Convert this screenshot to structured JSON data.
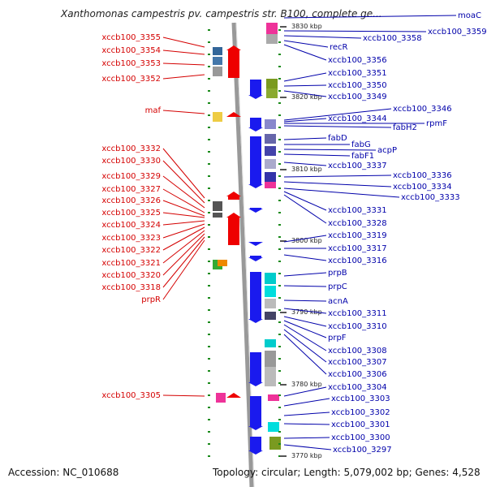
{
  "map_title": "Xanthomonas campestris pv. campestris str. B100, complete ge...",
  "accession": "Accession: NC_010688",
  "topology": "Topology: circular; Length: 5,079,002 bp; Genes: 4,528",
  "colors": {
    "left_label": "#d40000",
    "right_label": "#0000aa",
    "backbone": "#999999",
    "gene_blue": "#1a1aee",
    "gene_red": "#ee0000",
    "tick": "#1a8a1a"
  },
  "left_labels": [
    "xccb100_3355",
    "xccb100_3354",
    "xccb100_3353",
    "xccb100_3352",
    "maf",
    "xccb100_3332",
    "xccb100_3330",
    "xccb100_3329",
    "xccb100_3327",
    "xccb100_3326",
    "xccb100_3325",
    "xccb100_3324",
    "xccb100_3323",
    "xccb100_3322",
    "xccb100_3321",
    "xccb100_3320",
    "xccb100_3318",
    "prpR",
    "xccb100_3305"
  ],
  "right_labels": [
    "moaC",
    "xccb100_3359",
    "xccb100_3358",
    "recR",
    "xccb100_3356",
    "xccb100_3351",
    "xccb100_3350",
    "xccb100_3349",
    "xccb100_3346",
    "xccb100_3344",
    "rpmF",
    "fabH2",
    "fabD",
    "fabG",
    "acpP",
    "fabF1",
    "xccb100_3337",
    "xccb100_3336",
    "xccb100_3334",
    "xccb100_3333",
    "xccb100_3331",
    "xccb100_3328",
    "xccb100_3319",
    "xccb100_3317",
    "xccb100_3316",
    "prpB",
    "prpC",
    "acnA",
    "xccb100_3311",
    "xccb100_3310",
    "prpF",
    "xccb100_3308",
    "xccb100_3307",
    "xccb100_3306",
    "xccb100_3304",
    "xccb100_3303",
    "xccb100_3302",
    "xccb100_3301",
    "xccb100_3300",
    "xccb100_3297"
  ],
  "scale_labels": [
    "3830 kbp",
    "3820 kbp",
    "3810 kbp",
    "3800 kbp",
    "3790 kbp",
    "3780 kbp",
    "3770 kbp"
  ]
}
